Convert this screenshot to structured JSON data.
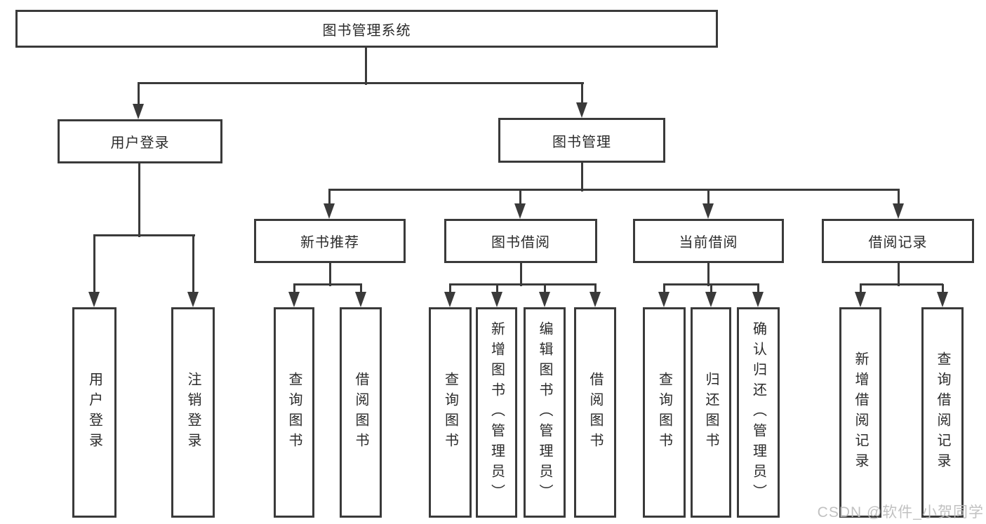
{
  "colors": {
    "line": "#3a3a3a",
    "box_border": "#3a3a3a",
    "text": "#2b2b2b",
    "background": "#ffffff",
    "watermark": "#bcbcbc"
  },
  "tree": {
    "root": {
      "label": "图书管理系统"
    },
    "branches": [
      {
        "label": "用户登录",
        "children": [
          {
            "label": "用户登录"
          },
          {
            "label": "注销登录"
          }
        ]
      },
      {
        "label": "图书管理",
        "children": [
          {
            "label": "新书推荐",
            "children": [
              {
                "label": "查询图书"
              },
              {
                "label": "借阅图书"
              }
            ]
          },
          {
            "label": "图书借阅",
            "children": [
              {
                "label": "查询图书"
              },
              {
                "label": "新增图书（管理员）"
              },
              {
                "label": "编辑图书（管理员）"
              },
              {
                "label": "借阅图书"
              }
            ]
          },
          {
            "label": "当前借阅",
            "children": [
              {
                "label": "查询图书"
              },
              {
                "label": "归还图书"
              },
              {
                "label": "确认归还（管理员）"
              }
            ]
          },
          {
            "label": "借阅记录",
            "children": [
              {
                "label": "新增借阅记录"
              },
              {
                "label": "查询借阅记录"
              }
            ]
          }
        ]
      }
    ]
  },
  "watermark": {
    "text": "CSDN @软件_小贺同学"
  }
}
